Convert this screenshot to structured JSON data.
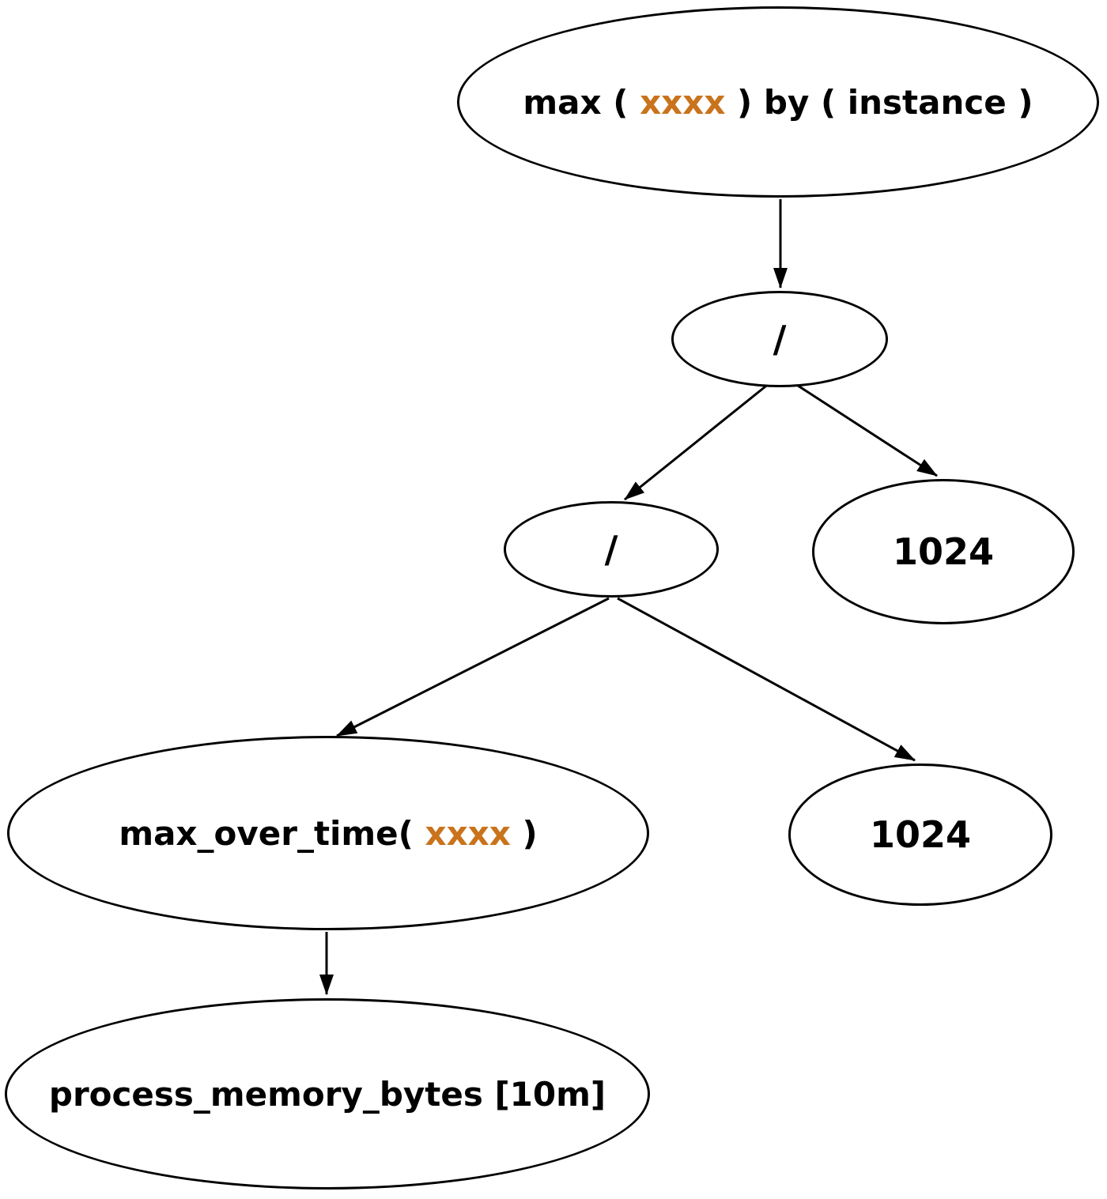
{
  "diagram": {
    "type": "expression-tree",
    "nodes": {
      "root": {
        "prefix": "max ( ",
        "highlight": "xxxx",
        "suffix": " ) by ( instance )"
      },
      "divide_outer": {
        "label": "/"
      },
      "const_outer": {
        "label": "1024"
      },
      "divide_inner": {
        "label": "/"
      },
      "max_over_time": {
        "prefix": "max_over_time( ",
        "highlight": "xxxx",
        "suffix": " )"
      },
      "const_inner": {
        "label": "1024"
      },
      "metric": {
        "label": "process_memory_bytes [10m]"
      }
    },
    "edges": [
      {
        "from": "root",
        "to": "divide_outer"
      },
      {
        "from": "divide_outer",
        "to": "divide_inner"
      },
      {
        "from": "divide_outer",
        "to": "const_outer"
      },
      {
        "from": "divide_inner",
        "to": "max_over_time"
      },
      {
        "from": "divide_inner",
        "to": "const_inner"
      },
      {
        "from": "max_over_time",
        "to": "metric"
      }
    ],
    "colors": {
      "highlight": "#c9731c",
      "node_stroke": "#000000",
      "background": "#ffffff"
    }
  }
}
